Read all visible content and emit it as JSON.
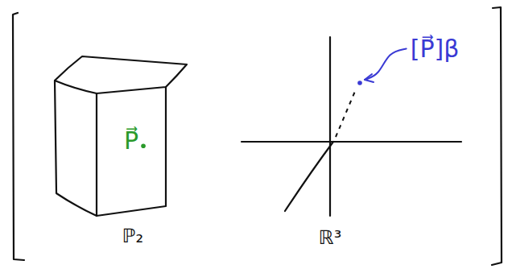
{
  "diagram": {
    "nodes": [
      {
        "text": [
          "P⃗"
        ]
      }
    ],
    "labels": [
      "ℙ₂",
      "[P⃗]β",
      "ℝ³"
    ]
  }
}
